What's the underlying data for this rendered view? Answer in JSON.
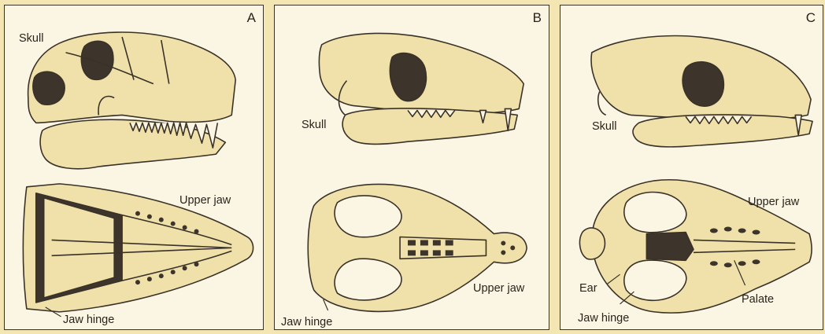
{
  "colors": {
    "page_background": "#f3e6b2",
    "panel_background": "#fbf6e4",
    "bone": "#efe1a9",
    "cavity": "#3d342b",
    "outline": "#3a3228"
  },
  "panels": [
    {
      "letter": "A",
      "labels": {
        "skull": "Skull",
        "upper_jaw": "Upper jaw",
        "jaw_hinge": "Jaw hinge"
      }
    },
    {
      "letter": "B",
      "labels": {
        "skull": "Skull",
        "upper_jaw": "Upper jaw",
        "jaw_hinge": "Jaw hinge"
      }
    },
    {
      "letter": "C",
      "labels": {
        "skull": "Skull",
        "upper_jaw": "Upper jaw",
        "jaw_hinge": "Jaw hinge",
        "ear": "Ear",
        "palate": "Palate"
      }
    }
  ]
}
